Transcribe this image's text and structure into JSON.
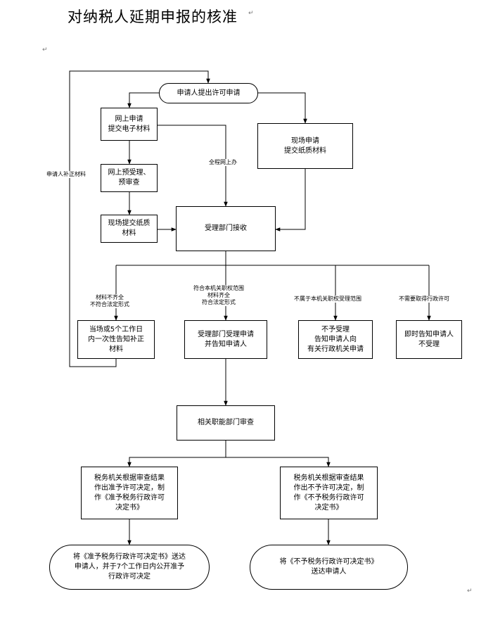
{
  "title": "对纳税人延期申报的核准",
  "marks": [
    "↵",
    "↵",
    "↵"
  ],
  "nodes": {
    "start": "申请人提出许可申请",
    "online": "网上申请\n提交电子材料",
    "onsite": "现场申请\n提交纸质材料",
    "prereview": "网上预受理、\n预审查",
    "paper": "现场提交纸质\n材料",
    "accept": "受理部门接收",
    "supplement": "当场或5个工作日\n内一次性告知补正\n材料",
    "receive": "受理部门受理申请\n并告知申请人",
    "reject_scope": "不予受理\n告知申请人向\n有关行政机关申请",
    "notify_no_need": "即时告知申请人\n不受理",
    "review": "相关职能部门审查",
    "decide_yes": "税务机关根据审查结果\n作出准予许可决定，制\n作《准予税务行政许可\n决定书》",
    "decide_no": "税务机关根据审查结果\n作出不予许可决定，制\n作《不予税务行政许可\n决定书》",
    "end_yes": "将《准予税务行政许可决定书》送达\n申请人，并于7个工作日内公开准予\n行政许可决定",
    "end_no": "将《不予税务行政许可决定书》\n送达申请人"
  },
  "labels": {
    "supplement_loop": "申请人补正材料",
    "full_online": "全程网上办",
    "incomplete": "材料不齐全\n不符合法定形式",
    "complete": "符合本机关职权范围\n材料齐全\n符合法定形式",
    "out_of_scope": "不属于本机关职权受理范围",
    "no_permit_needed": "不需要取得行政许可"
  }
}
